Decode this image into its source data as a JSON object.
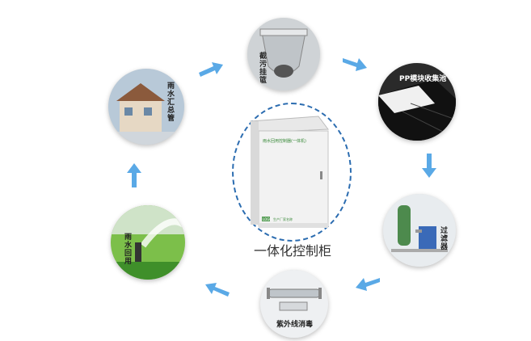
{
  "center": {
    "title": "一体化控制柜",
    "cabinet_header": "雨水回用控制器(一体机)",
    "cabinet_logo": "LOGO",
    "cabinet_company": "生产厂家名称"
  },
  "nodes": [
    {
      "id": "filter",
      "label": "截污挂篮"
    },
    {
      "id": "pp-module",
      "label": "PP模块收集池"
    },
    {
      "id": "filter-device",
      "label": "过滤器"
    },
    {
      "id": "uv",
      "label": "紫外线消毒"
    },
    {
      "id": "irrigation",
      "label": "雨水回用"
    },
    {
      "id": "rain-collect",
      "label": "雨水汇总管"
    }
  ],
  "colors": {
    "arrow": "#5aa9e6",
    "ring": "#2b6cb0"
  }
}
